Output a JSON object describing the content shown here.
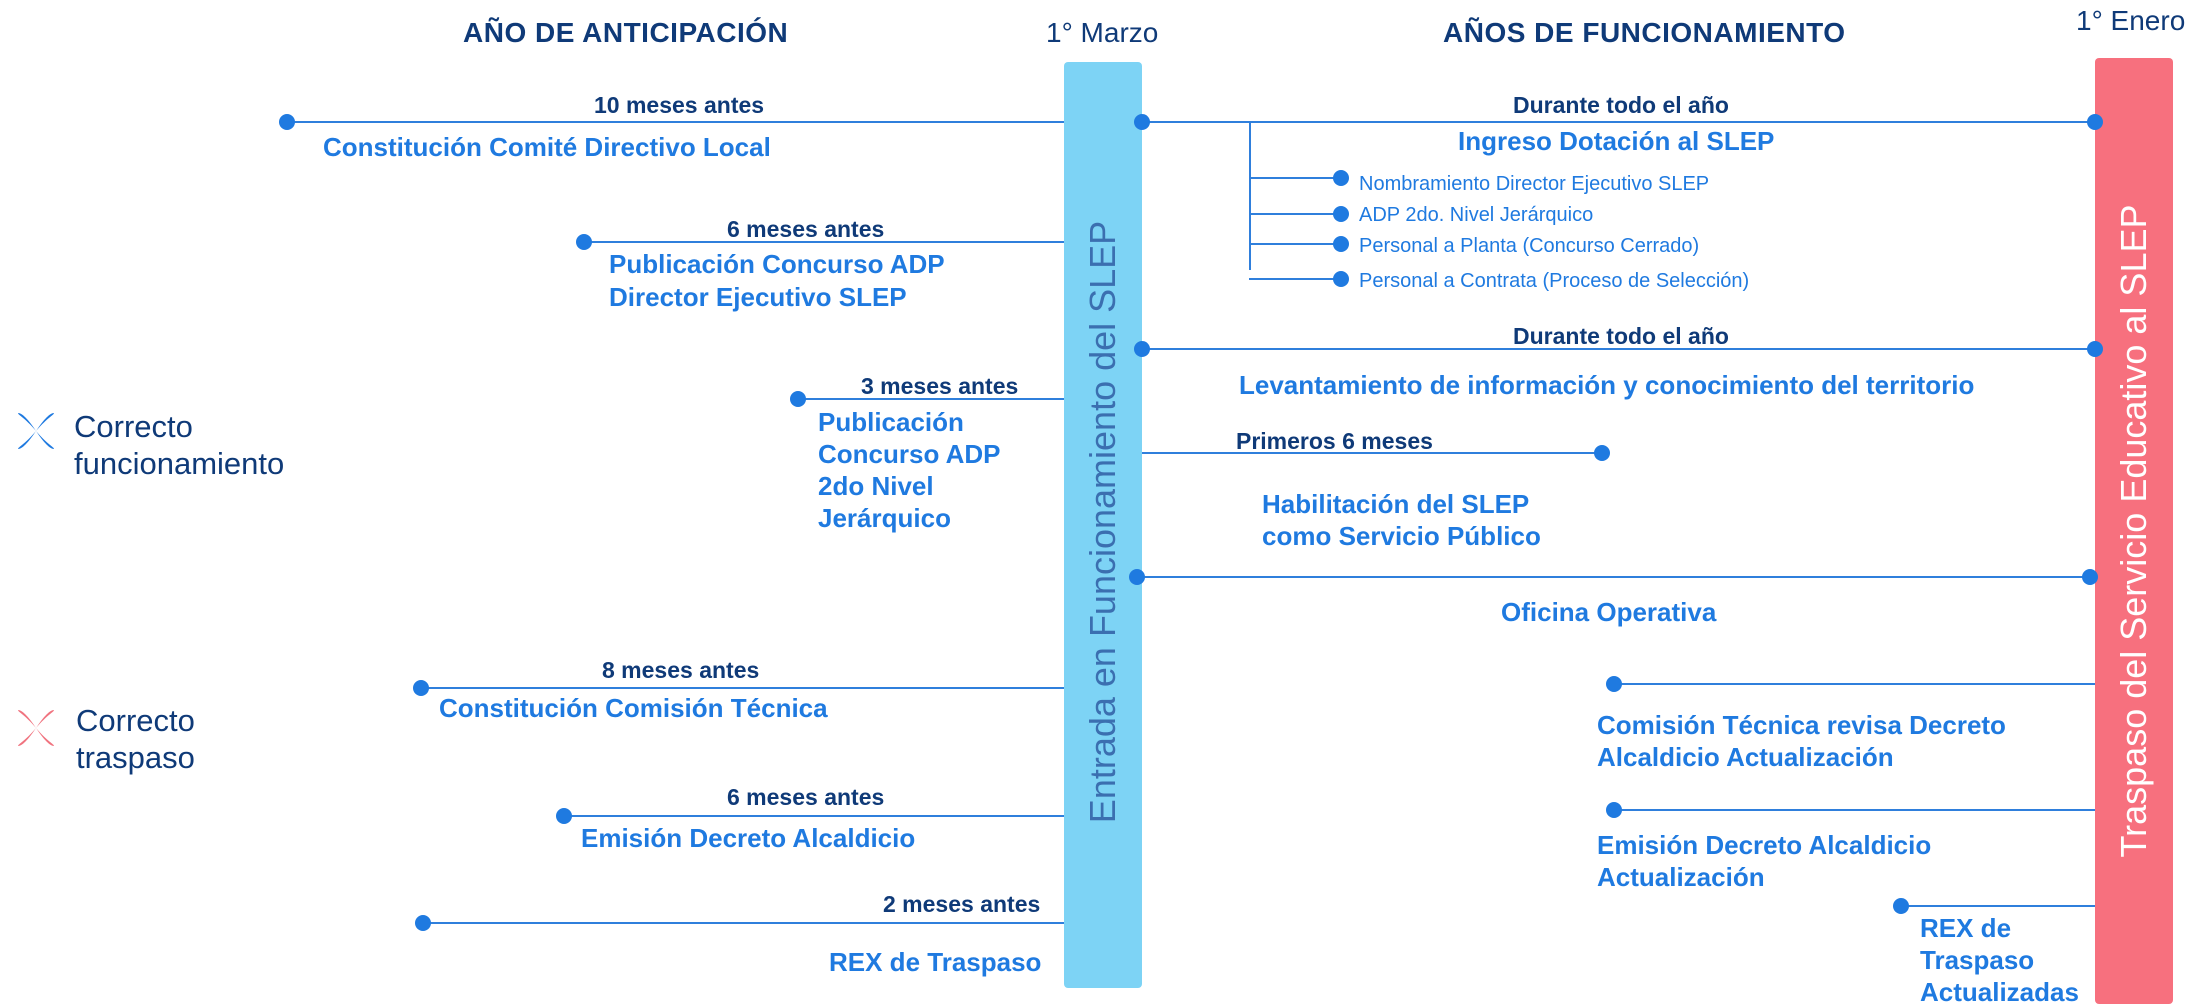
{
  "headers": {
    "anticipation": "AÑO DE ANTICIPACIÓN",
    "operation": "AÑOS DE FUNCIONAMIENTO",
    "march": "1° Marzo",
    "january": "1° Enero"
  },
  "bars": {
    "entry": "Entrada en Funcionamiento del SLEP",
    "transfer": "Traspaso del Servicio Educativo al SLEP"
  },
  "legend": [
    {
      "label_line1": "Correcto",
      "label_line2": "funcionamiento",
      "color": "#1f7ae0"
    },
    {
      "label_line1": "Correcto",
      "label_line2": "traspaso",
      "color": "#f0737f"
    }
  ],
  "left_milestones": [
    {
      "when": "10 meses antes",
      "title": "Constitución Comité Directivo Local"
    },
    {
      "when": "6 meses antes",
      "title_line1": "Publicación Concurso ADP",
      "title_line2": "Director Ejecutivo SLEP"
    },
    {
      "when": "3 meses antes",
      "title_lines": [
        "Publicación",
        "Concurso ADP",
        "2do Nivel",
        "Jerárquico"
      ]
    },
    {
      "when": "8 meses antes",
      "title": "Constitución Comisión Técnica"
    },
    {
      "when": "6 meses antes",
      "title": "Emisión Decreto Alcaldicio"
    },
    {
      "when": "2 meses antes",
      "title": "REX de Traspaso"
    }
  ],
  "right_milestones": {
    "ingreso": {
      "when": "Durante todo el año",
      "title": "Ingreso Dotación al SLEP",
      "subitems": [
        "Nombramiento Director Ejecutivo SLEP",
        "ADP 2do. Nivel Jerárquico",
        "Personal a Planta (Concurso Cerrado)",
        "Personal a Contrata (Proceso de Selección)"
      ]
    },
    "levantamiento": {
      "when": "Durante todo el año",
      "title": "Levantamiento de información y conocimiento del territorio"
    },
    "habilitacion": {
      "when": "Primeros 6 meses",
      "title_line1": "Habilitación del SLEP",
      "title_line2": "como Servicio Público"
    },
    "oficina": {
      "title": "Oficina Operativa"
    },
    "comision": {
      "title_line1": "Comisión Técnica revisa Decreto",
      "title_line2": "Alcaldicio Actualización"
    },
    "decreto": {
      "title_line1": "Emisión Decreto Alcaldicio",
      "title_line2": "Actualización"
    },
    "rex": {
      "title_lines": [
        "REX de",
        "Traspaso",
        "Actualizadas"
      ]
    }
  },
  "colors": {
    "entry_bar": "#7dd3f5",
    "transfer_bar": "#f7707e",
    "line": "#2f7fdc",
    "dot": "#1f7ae0",
    "heading": "#0f3a78"
  }
}
